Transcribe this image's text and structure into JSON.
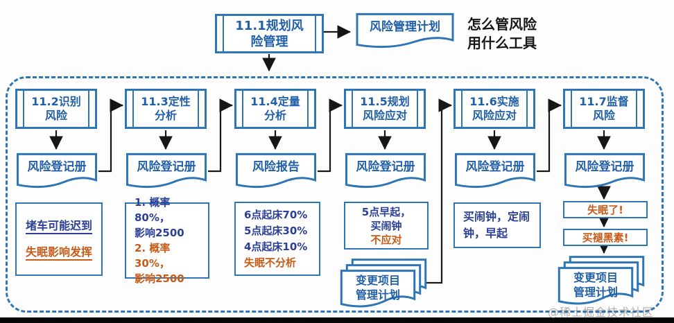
{
  "watermark": "@稀土掘金技术社区",
  "top": {
    "process_label": "11.1规划风\n险管理",
    "output_label": "风险管理计划",
    "annotation_lines": [
      "怎么管风险",
      "用什么工具"
    ]
  },
  "columns": [
    {
      "process_label": "11.2识别\n风险",
      "artifact_label": "风险登记册",
      "note": {
        "align": "center",
        "spread": true,
        "lines": [
          {
            "text": "堵车可能迟到",
            "tone": "blue",
            "underline": true
          },
          {
            "text": "失眠影响发挥",
            "tone": "orange",
            "underline": true
          }
        ]
      }
    },
    {
      "process_label": "11.3定性\n分析",
      "artifact_label": "风险登记册",
      "note": {
        "align": "left",
        "lines": [
          {
            "text": "1. 概率80%，",
            "tone": "blue"
          },
          {
            "text": "影响2500",
            "tone": "blue"
          },
          {
            "text": "2. 概率30%，",
            "tone": "orange"
          },
          {
            "text": "影响2500",
            "tone": "orange"
          }
        ]
      }
    },
    {
      "process_label": "11.4定量\n分析",
      "artifact_label": "风险报告",
      "note": {
        "align": "left",
        "lines": [
          {
            "text": "6点起床70%",
            "tone": "blue"
          },
          {
            "text": "5点起床30%",
            "tone": "blue"
          },
          {
            "text": "4点起床10%",
            "tone": "blue"
          },
          {
            "text": "失眠不分析",
            "tone": "orange"
          }
        ]
      }
    },
    {
      "process_label": "11.5规划\n风险应对",
      "artifact_label": "风险登记册",
      "note": {
        "align": "center",
        "lines": [
          {
            "text": "5点早起，",
            "tone": "blue"
          },
          {
            "text": "买闹钟",
            "tone": "blue"
          },
          {
            "text": "不应对",
            "tone": "orange"
          }
        ]
      },
      "stacked_doc_label": "变更项目\n管理计划"
    },
    {
      "process_label": "11.6实施\n风险应对",
      "artifact_label": "风险登记册",
      "note": {
        "align": "left",
        "lines": [
          {
            "text": "买闹钟，定闹",
            "tone": "blue"
          },
          {
            "text": "钟，早起",
            "tone": "blue"
          }
        ]
      }
    },
    {
      "process_label": "11.7监督\n风险",
      "artifact_label": "风险登记册",
      "chips": [
        {
          "text": "失眠了!",
          "tone": "orange"
        },
        {
          "text": "买褪黑素!",
          "tone": "orange"
        }
      ],
      "stacked_doc_label": "变更项目\n管理计划"
    }
  ],
  "colors": {
    "border_blue": "#2E75B6",
    "label_blue": "#2160A8",
    "note_navy": "#2B3F97",
    "note_orange": "#C75B17",
    "connector_black": "#161616"
  }
}
